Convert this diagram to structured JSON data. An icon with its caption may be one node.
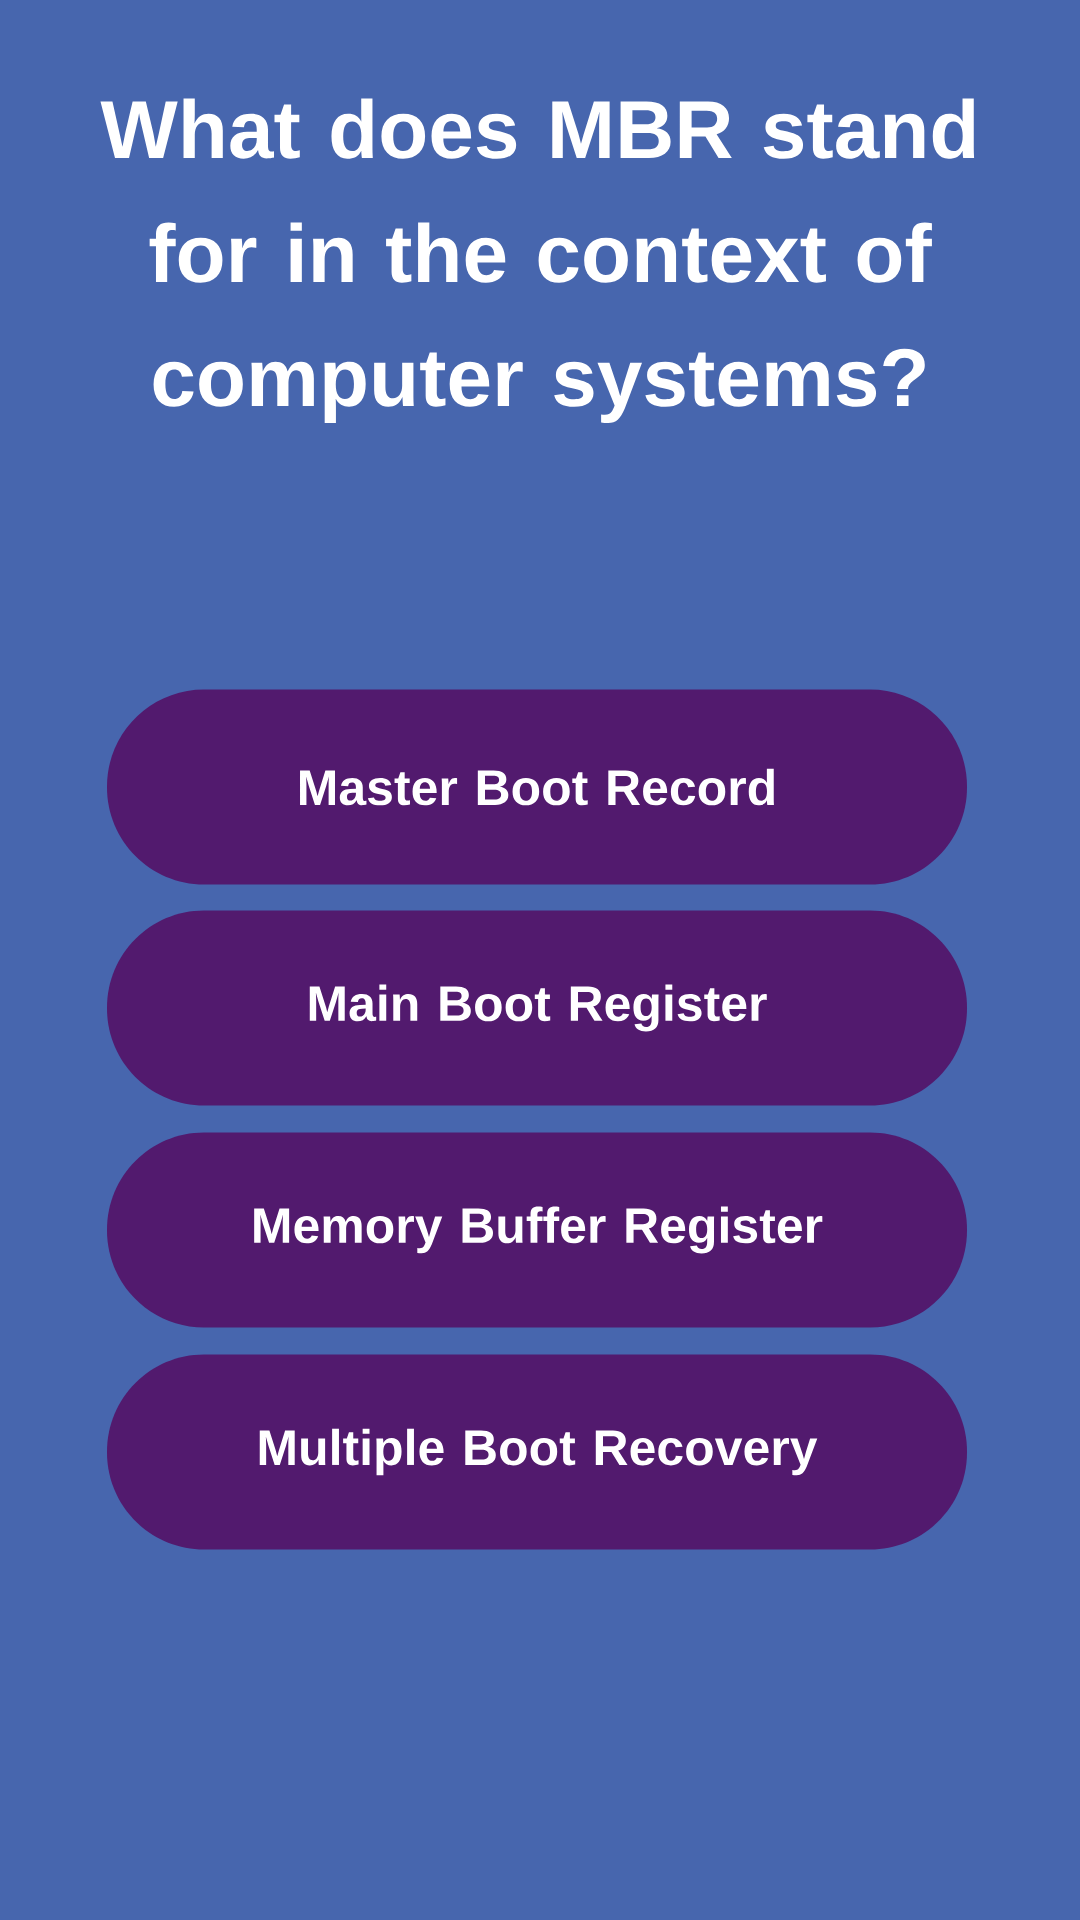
{
  "diagram": {
    "title": "What does MBR stand for in the context of computer systems?",
    "nodes": [
      {
        "text": [
          "Master Boot Record"
        ]
      },
      {
        "text": [
          "Main Boot Register"
        ]
      },
      {
        "text": [
          "Memory Buffer Register"
        ]
      },
      {
        "text": [
          "Multiple Boot Recovery"
        ]
      }
    ]
  }
}
